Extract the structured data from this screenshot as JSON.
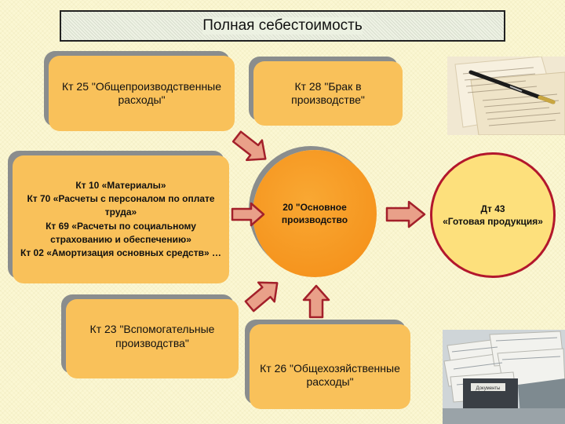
{
  "title": "Полная себестоимость",
  "boxes": {
    "kt25": "Кт 25 \"Общепроизводственные расходы\"",
    "kt10": "Кт 10 «Материалы»\nКт 70 «Расчеты с персоналом по оплате труда»\nКт 69 «Расчеты по социальному страхованию и обеспечению»\nКт 02 «Амортизация основных средств» …",
    "kt23": "Кт 23 \"Вспомогательные производства\"",
    "kt28": "Кт 28 \"Брак в производстве\"",
    "kt26": "Кт 26 \"Общехозяйственные расходы\""
  },
  "circles": {
    "production": "20 \"Основное производство",
    "finished": "Дт 43\n«Готовая продукция»"
  },
  "photos": {
    "papers_top": "papers-pen-icon",
    "papers_bottom": "document-pile-icon",
    "folder_label": "Документы"
  },
  "colors": {
    "box_fill": "#f9c15a",
    "box_shadow": "#8a8d8d",
    "production_fill": "#f79a22",
    "finished_fill": "#fde07c",
    "arrow_fill": "#e9a089",
    "arrow_stroke": "#a3202a",
    "finished_border": "#b3172c"
  }
}
